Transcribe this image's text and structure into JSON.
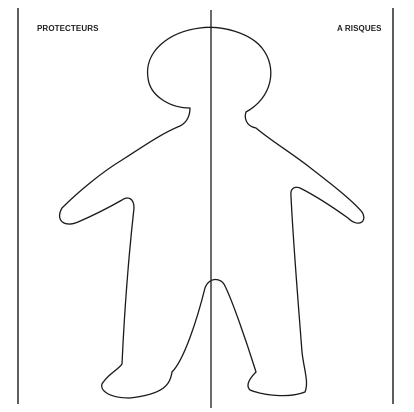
{
  "columns": {
    "left_heading": "PROTECTEURS",
    "right_heading": "A RISQUES"
  },
  "figure": {
    "icon": "human-silhouette-outline",
    "stroke_color": "#1a1a1a",
    "fill_color": "#ffffff"
  }
}
